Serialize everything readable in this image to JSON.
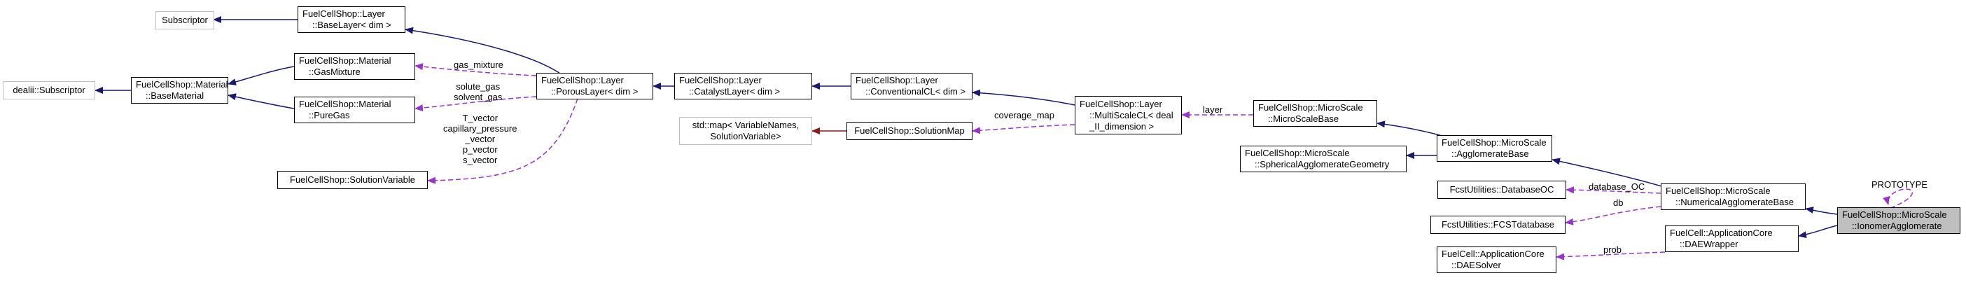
{
  "nodes": {
    "subscriptor": [
      "Subscriptor"
    ],
    "dealii_subscriptor": [
      "dealii::Subscriptor"
    ],
    "base_material": [
      "FuelCellShop::Material",
      "::BaseMaterial"
    ],
    "base_layer": [
      "FuelCellShop::Layer",
      "::BaseLayer< dim >"
    ],
    "gas_mixture": [
      "FuelCellShop::Material",
      "::GasMixture"
    ],
    "pure_gas": [
      "FuelCellShop::Material",
      "::PureGas"
    ],
    "solution_variable": [
      "FuelCellShop::SolutionVariable"
    ],
    "porous_layer": [
      "FuelCellShop::Layer",
      "::PorousLayer< dim >"
    ],
    "catalyst_layer": [
      "FuelCellShop::Layer",
      "::CatalystLayer< dim >"
    ],
    "conventional_cl": [
      "FuelCellShop::Layer",
      "::ConventionalCL< dim >"
    ],
    "std_map": [
      "std::map< VariableNames,",
      "SolutionVariable>"
    ],
    "solution_map": [
      "FuelCellShop::SolutionMap"
    ],
    "multiscale_cl": [
      "FuelCellShop::Layer",
      "::MultiScaleCL< deal",
      "_II_dimension >"
    ],
    "microscale_base": [
      "FuelCellShop::MicroScale",
      "::MicroScaleBase"
    ],
    "agglomerate_base": [
      "FuelCellShop::MicroScale",
      "::AgglomerateBase"
    ],
    "spherical_geometry": [
      "FuelCellShop::MicroScale",
      "::SphericalAgglomerateGeometry"
    ],
    "database_oc": [
      "FcstUtilities::DatabaseOC"
    ],
    "fcst_database": [
      "FcstUtilities::FCSTdatabase"
    ],
    "dae_solver": [
      "FuelCell::ApplicationCore",
      "::DAESolver"
    ],
    "numerical_agglomerate": [
      "FuelCellShop::MicroScale",
      "::NumericalAgglomerateBase"
    ],
    "dae_wrapper": [
      "FuelCell::ApplicationCore",
      "::DAEWrapper"
    ],
    "ionomer_agglomerate": [
      "FuelCellShop::MicroScale",
      "::IonomerAgglomerate"
    ]
  },
  "edge_labels": {
    "gas_mixture": [
      "gas_mixture"
    ],
    "solute_solvent": [
      "solute_gas",
      "solvent_gas"
    ],
    "vectors": [
      "T_vector",
      "capillary_pressure",
      "_vector",
      "p_vector",
      "s_vector"
    ],
    "coverage_map": [
      "coverage_map"
    ],
    "layer": [
      "layer"
    ],
    "database_oc": [
      "database_OC"
    ],
    "db": [
      "db"
    ],
    "prob": [
      "prob"
    ],
    "prototype": [
      "PROTOTYPE"
    ]
  },
  "colors": {
    "inheritance": "#191970",
    "usage": "#9a32cd",
    "template": "#8b1a1a",
    "focus_fill": "#bfbfbf",
    "external_border": "#bfbfbf"
  }
}
